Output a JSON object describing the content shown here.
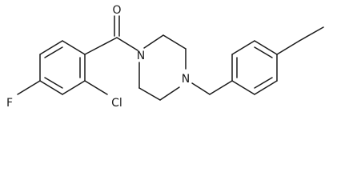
{
  "molecule": {
    "atoms": {
      "oxygen": "O",
      "nitrogen_amide": "N",
      "nitrogen_benzyl": "N",
      "chlorine": "Cl",
      "fluorine": "F"
    }
  }
}
